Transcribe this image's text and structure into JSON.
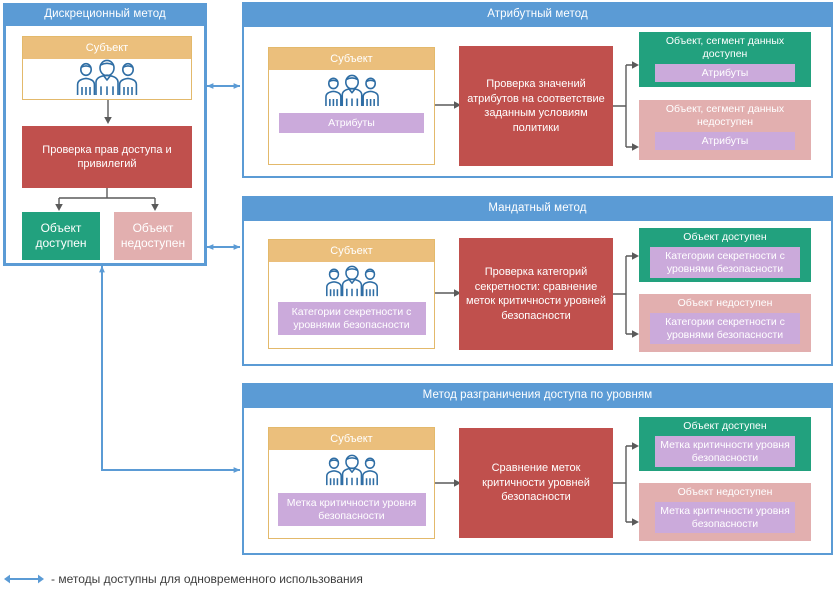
{
  "colors": {
    "panel_blue": "#5b9bd5",
    "subject_header": "#ebbf7c",
    "subject_border": "#e3b96b",
    "process_red": "#c0504d",
    "result_green": "#22a17e",
    "result_pink": "#e2afaf",
    "tag_purple": "#cbaadb",
    "arrow_gray": "#595959",
    "legend_text": "#3d3d3d"
  },
  "discretionary": {
    "title": "Дискреционный метод",
    "subject": {
      "title": "Субъект",
      "icon": "people-icon"
    },
    "process": "Проверка прав доступа и привилегий",
    "result_ok": "Объект доступен",
    "result_no": "Объект недоступен"
  },
  "attribute": {
    "title": "Атрибутный метод",
    "subject": {
      "title": "Субъект",
      "icon": "people-icon",
      "tag": "Атрибуты"
    },
    "process": "Проверка значений атрибутов на соответствие заданным условиям политики",
    "result_ok": {
      "title": "Объект, сегмент данных доступен",
      "tag": "Атрибуты"
    },
    "result_no": {
      "title": "Объект, сегмент данных недоступен",
      "tag": "Атрибуты"
    }
  },
  "mandatory": {
    "title": "Мандатный метод",
    "subject": {
      "title": "Субъект",
      "icon": "people-icon",
      "tag": "Категории секретности с уровнями безопасности"
    },
    "process": "Проверка категорий секретности: сравнение меток критичности уровней безопасности",
    "result_ok": {
      "title": "Объект доступен",
      "tag": "Категории секретности с уровнями безопасности"
    },
    "result_no": {
      "title": "Объект недоступен",
      "tag": "Категории секретности с уровнями безопасности"
    }
  },
  "levels": {
    "title": "Метод разграничения доступа по уровням",
    "subject": {
      "title": "Субъект",
      "icon": "people-icon",
      "tag": "Метка критичности уровня безопасности"
    },
    "process": "Сравнение меток критичности уровней безопасности",
    "result_ok": {
      "title": "Объект доступен",
      "tag": "Метка критичности уровня безопасности"
    },
    "result_no": {
      "title": "Объект недоступен",
      "tag": "Метка критичности уровня безопасности"
    }
  },
  "legend": {
    "marker": "double-arrow-icon",
    "text": "- методы доступны для одновременного использования"
  }
}
